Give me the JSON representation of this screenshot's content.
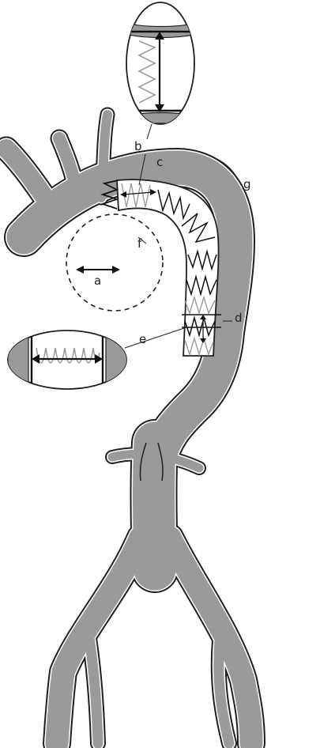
{
  "labels": {
    "a": "a",
    "b": "b",
    "c": "c",
    "d": "d",
    "e": "e",
    "f": "f",
    "g": "g"
  },
  "colors": {
    "vessel_fill": "#9a9a9a",
    "vessel_outline": "#1f1f1f",
    "stent_fill": "#ffffff",
    "stent_black_wire": "#111111",
    "stent_gray_wire": "#9b9b9b",
    "background": "#ffffff"
  }
}
